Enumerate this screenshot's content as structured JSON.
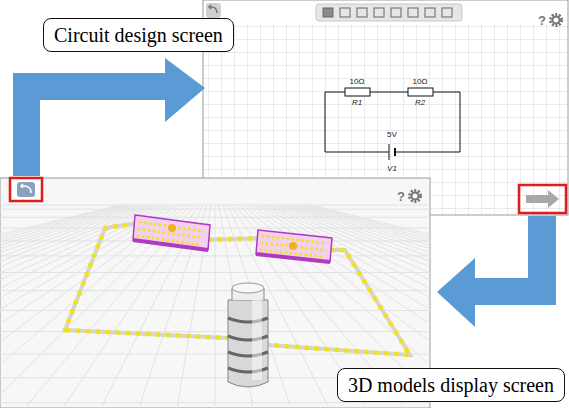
{
  "diagram": {
    "nodes": [
      {
        "text": [
          "Circuit design screen"
        ]
      },
      {
        "text": [
          "3D models display screen"
        ]
      }
    ],
    "labels": [
      "10Ω",
      "R1",
      "10Ω",
      "R2",
      "5V",
      "V1",
      "?",
      "?"
    ]
  }
}
